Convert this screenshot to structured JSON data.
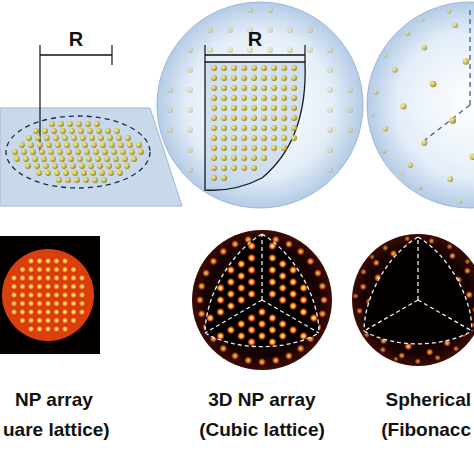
{
  "diagram": {
    "labels": [
      "R",
      "R",
      "NP array",
      "uare lattice)",
      "3D NP array",
      "(Cubic lattice)",
      "Spherical",
      "(Fibonacc"
    ]
  }
}
